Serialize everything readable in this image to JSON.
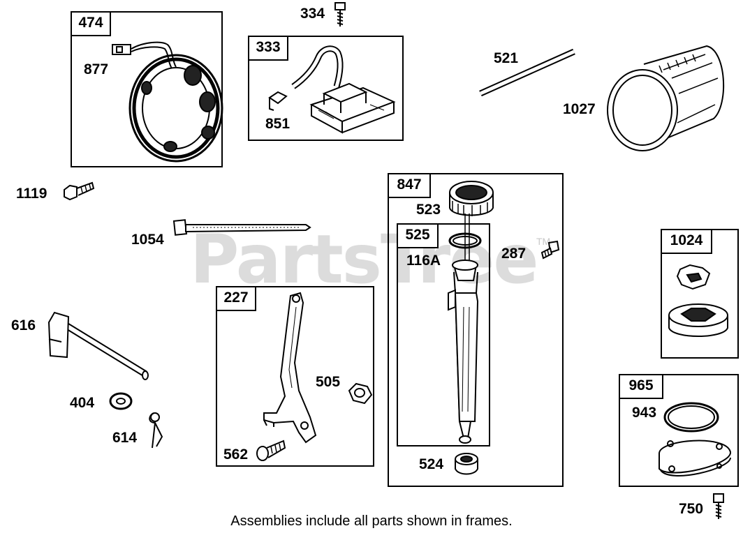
{
  "watermark": {
    "text": "PartsTree",
    "mark": "TM"
  },
  "assemblies": {
    "a474": "474",
    "a333": "333",
    "a847": "847",
    "a525": "525",
    "a227": "227",
    "a1024": "1024",
    "a965": "965"
  },
  "parts": {
    "p334": "334",
    "p877": "877",
    "p851": "851",
    "p521": "521",
    "p1027": "1027",
    "p1119": "1119",
    "p1054": "1054",
    "p523": "523",
    "p116a": "116A",
    "p287": "287",
    "p616": "616",
    "p404": "404",
    "p614": "614",
    "p505": "505",
    "p562": "562",
    "p524": "524",
    "p943": "943",
    "p750": "750"
  },
  "footer": {
    "note": "Assemblies include all parts shown in frames."
  }
}
